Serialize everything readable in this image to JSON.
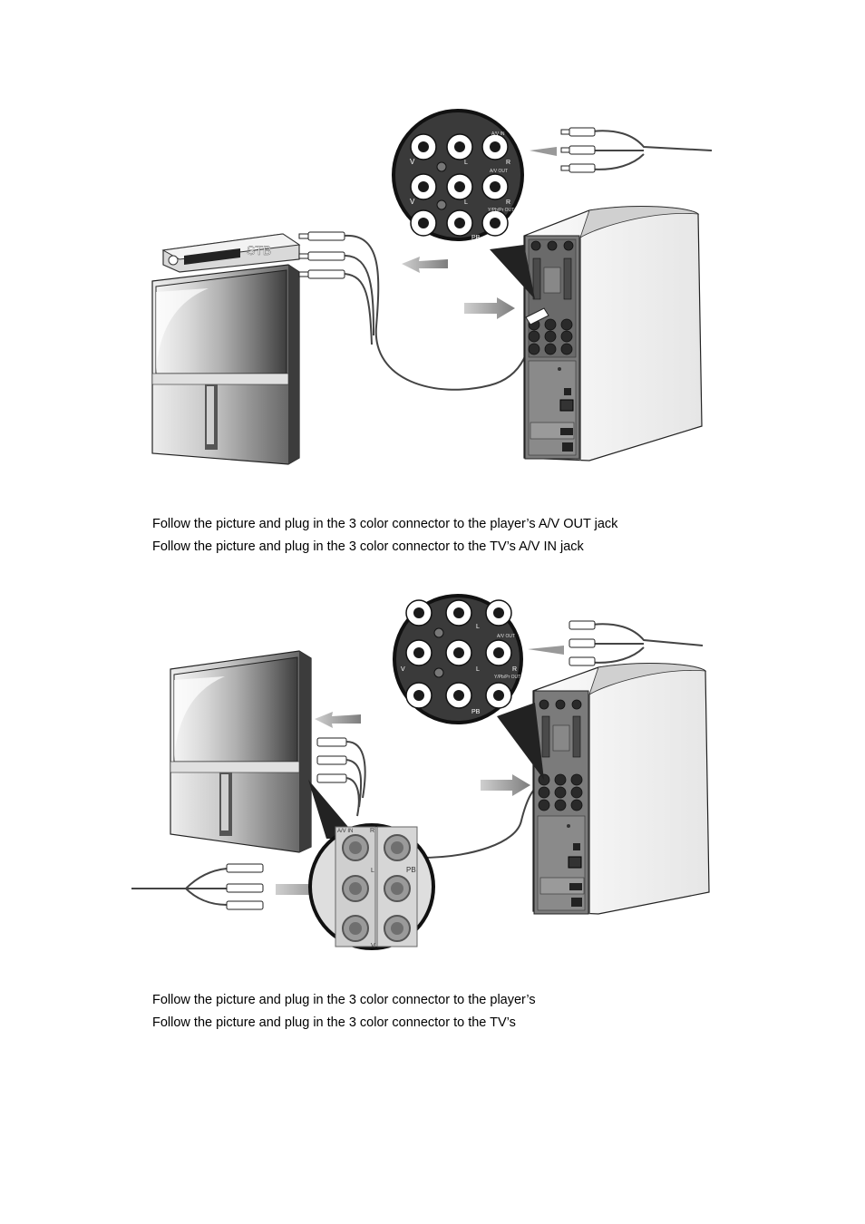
{
  "figure1": {
    "stb_label": "STB",
    "panel_labels": [
      "A/V IN",
      "A/V OUT",
      "Y/Pb/Pr OUT"
    ],
    "jack_letters": {
      "v": "V",
      "l": "L",
      "r": "R",
      "pb": "PB"
    }
  },
  "figure2": {
    "tv_panel_label": "A/V IN",
    "panel_labels": [
      "A/V OUT",
      "Y/Pb/Pr OUT"
    ],
    "jack_letters": {
      "v": "V",
      "l": "L",
      "r": "R",
      "pb": "PB"
    }
  },
  "captions": [
    "Follow the picture and plug in the 3 color connector to the player’s A/V OUT jack",
    "Follow the picture and plug in the 3 color connector to the TV’s A/V IN jack",
    "Follow the picture and plug in the 3 color connector to the player’s",
    "Follow the picture and plug in the 3 color connector to the TV’s"
  ]
}
